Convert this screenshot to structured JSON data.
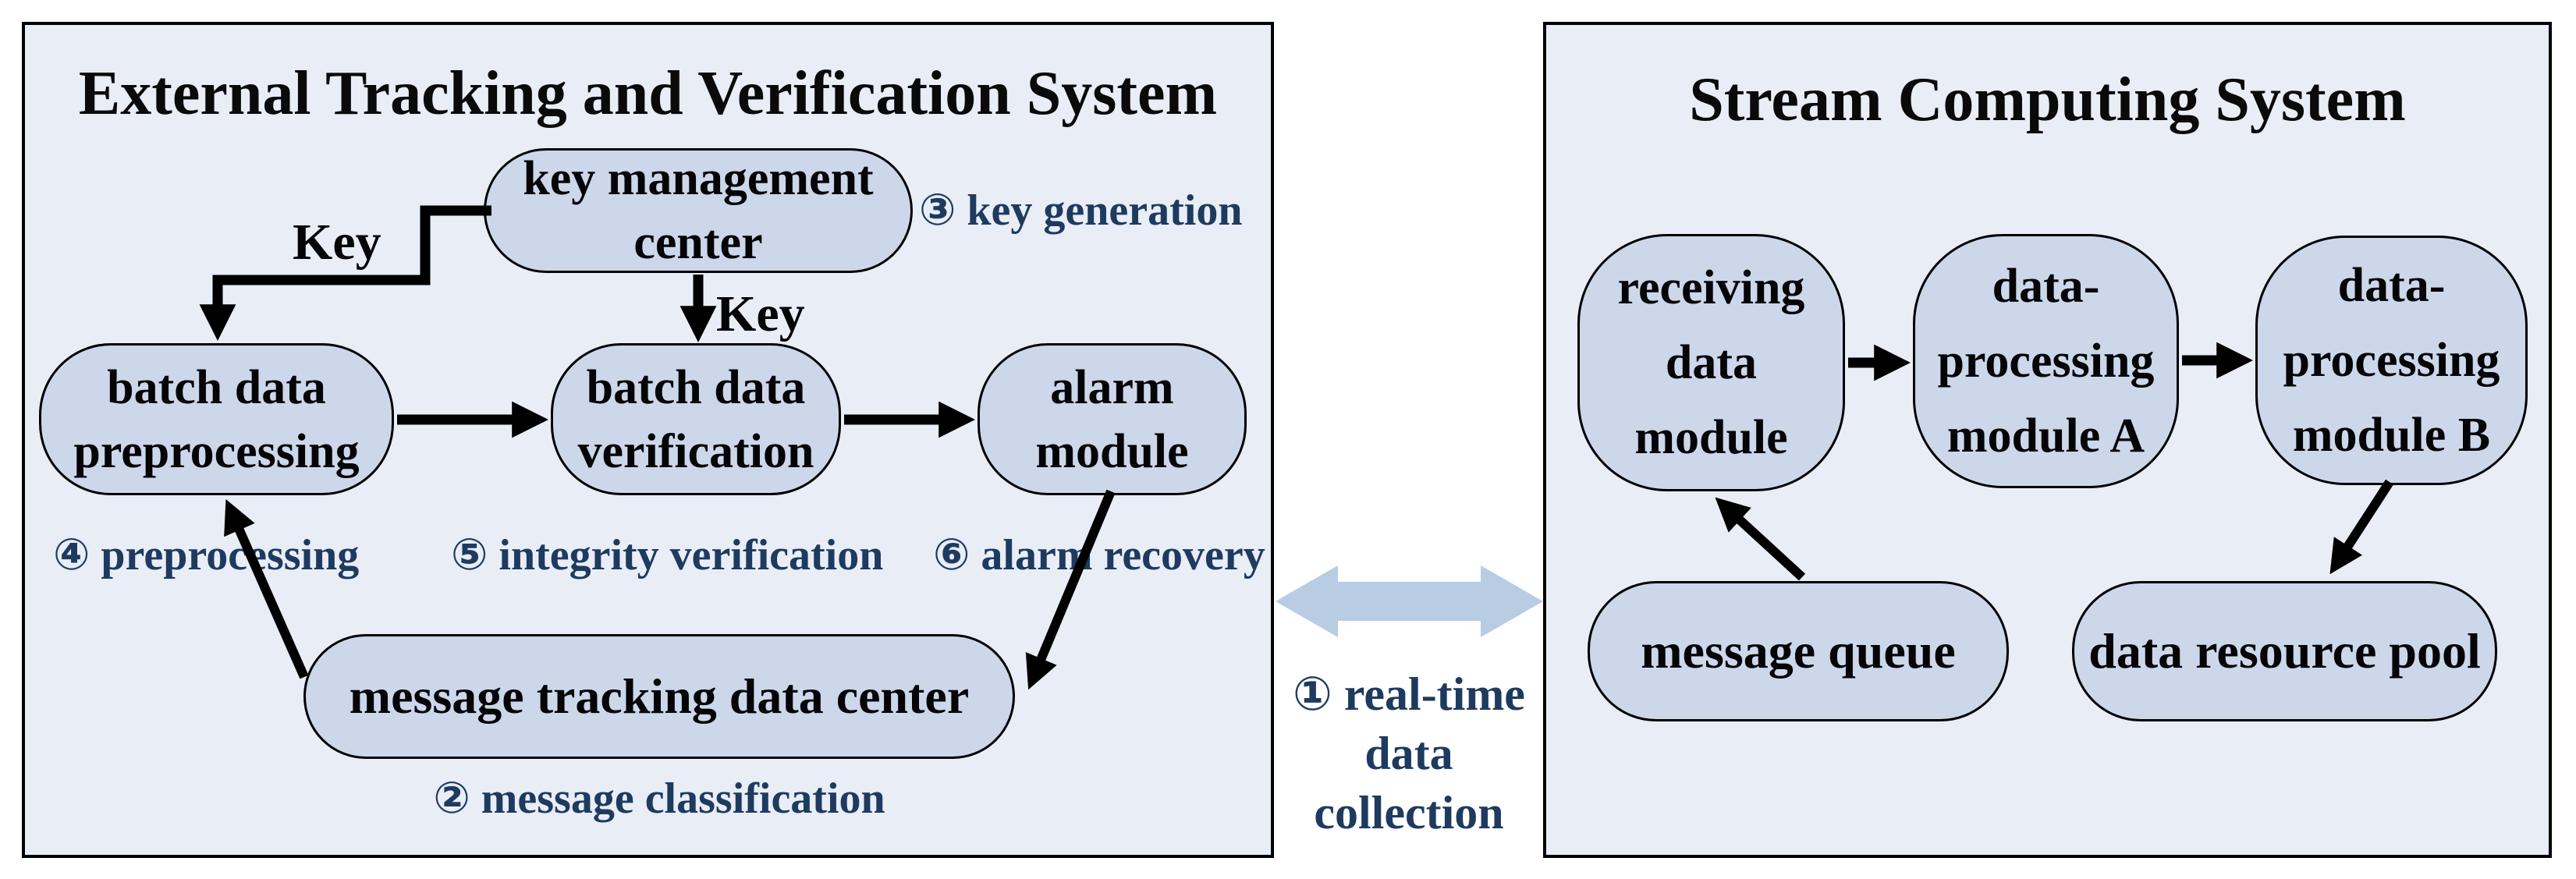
{
  "left_panel": {
    "title": "External Tracking and Verification System",
    "nodes": {
      "key_management": {
        "line1": "key management",
        "line2": "center"
      },
      "batch_preprocessing": {
        "line1": "batch data",
        "line2": "preprocessing"
      },
      "batch_verification": {
        "line1": "batch data",
        "line2": "verification"
      },
      "alarm": {
        "line1": "alarm",
        "line2": "module"
      },
      "message_tracking": {
        "line1": "message tracking data center"
      }
    },
    "labels": {
      "key_generation": "③ key generation",
      "preprocessing": "④ preprocessing",
      "integrity_verification": "⑤ integrity verification",
      "alarm_recovery": "⑥ alarm recovery",
      "message_classification": "② message classification",
      "key_top": "Key",
      "key_mid": "Key"
    }
  },
  "middle": {
    "line1": "① real-time",
    "line2": "data collection"
  },
  "right_panel": {
    "title": "Stream Computing System",
    "nodes": {
      "receiving": {
        "line1": "receiving",
        "line2": "data",
        "line3": "module"
      },
      "processing_a": {
        "line1": "data-",
        "line2": "processing",
        "line3": "module A"
      },
      "processing_b": {
        "line1": "data-",
        "line2": "processing",
        "line3": "module B"
      },
      "message_queue": {
        "line1": "message queue"
      },
      "data_resource_pool": {
        "line1": "data resource pool"
      }
    }
  },
  "icons": {
    "double_arrow": "double-headed-horizontal-arrow-icon",
    "flow_arrows": "black-flow-arrow-icon"
  },
  "colors": {
    "page_background": "#ffffff",
    "panel_fill": "#e8edf6",
    "node_fill": "#ccd7ea",
    "outline_black": "#000000",
    "annotation_navy": "#1e3a5f",
    "double_arrow_blue": "#b8cce4"
  }
}
